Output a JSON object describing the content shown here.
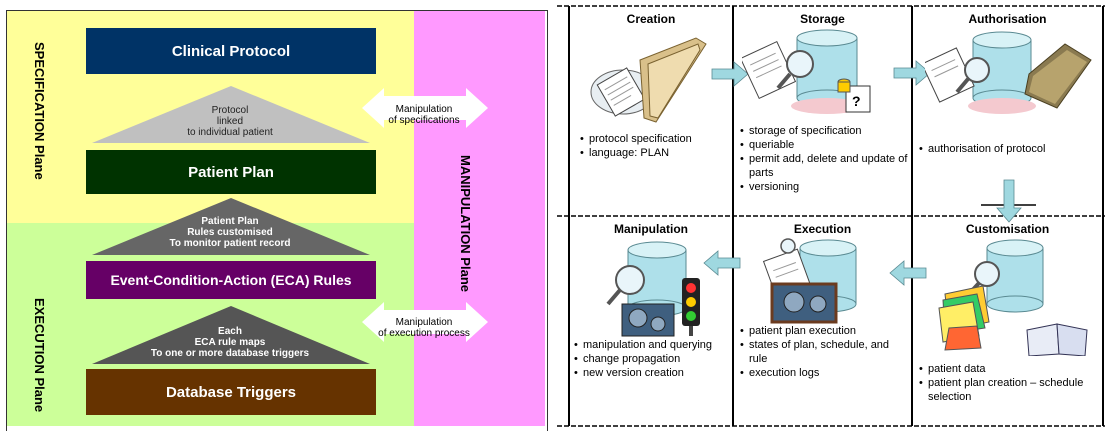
{
  "left": {
    "planes": {
      "specification": "SPECIFICATION Plane",
      "execution": "EXECUTION Plane",
      "manipulation": "MANIPULATION Plane"
    },
    "boxes": {
      "clinical_protocol": "Clinical Protocol",
      "patient_plan": "Patient Plan",
      "eca_rules": "Event-Condition-Action (ECA) Rules",
      "database_triggers": "Database Triggers"
    },
    "triangles": {
      "protocol_linked": [
        "Protocol",
        "linked",
        "to individual patient"
      ],
      "rules_customised": [
        "Patient Plan",
        "Rules customised",
        "To monitor patient record"
      ],
      "rule_maps": [
        "Each",
        "ECA rule maps",
        "To one or more database triggers"
      ]
    },
    "arrows": {
      "spec": [
        "Manipulation",
        "of specifications"
      ],
      "exec": [
        "Manipulation",
        "of execution process"
      ]
    }
  },
  "right": {
    "cells": {
      "creation": {
        "title": "Creation",
        "bullets": [
          "protocol specification",
          "language: PLAN"
        ]
      },
      "storage": {
        "title": "Storage",
        "bullets": [
          "storage of specification",
          "queriable",
          "permit add, delete and update of parts",
          "versioning"
        ]
      },
      "authorisation": {
        "title": "Authorisation",
        "bullets": [
          "authorisation of protocol"
        ]
      },
      "manipulation": {
        "title": "Manipulation",
        "bullets": [
          "manipulation and querying",
          "change propagation",
          "new version creation"
        ]
      },
      "execution": {
        "title": "Execution",
        "bullets": [
          "patient plan execution",
          "states of plan, schedule, and rule",
          "execution logs"
        ]
      },
      "customisation": {
        "title": "Customisation",
        "bullets": [
          "patient data",
          "patient plan creation – schedule selection"
        ]
      }
    }
  },
  "colors": {
    "spec_zone": "#ffff99",
    "exec_zone": "#ccff99",
    "manip_zone": "#ff99ff",
    "clinical_protocol": "#003366",
    "patient_plan": "#003300",
    "eca_rules": "#660066",
    "database_triggers": "#663300",
    "flow_arrow": "#9fd8e0"
  }
}
